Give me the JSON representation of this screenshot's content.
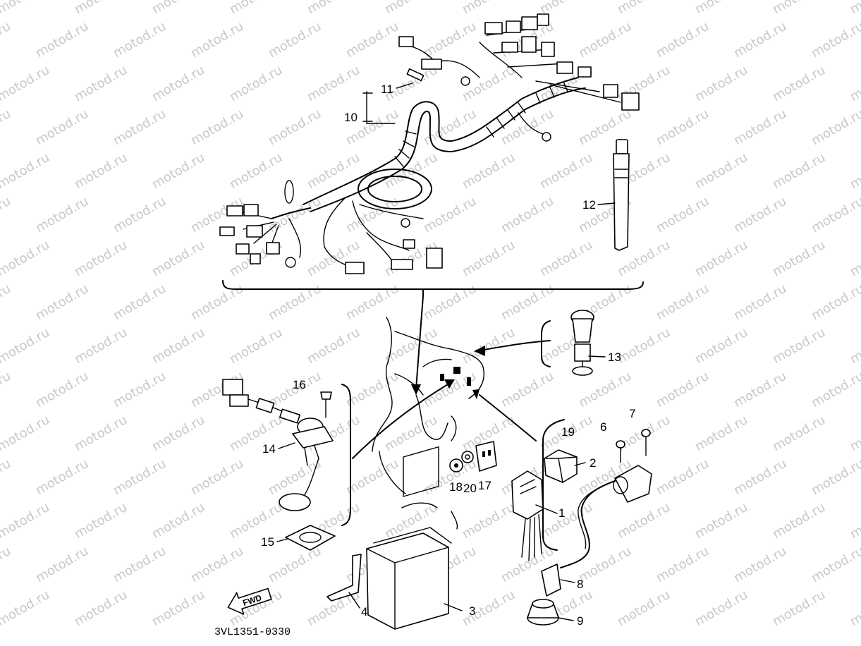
{
  "diagram": {
    "code": "3VL1351-0330",
    "fwd_label": "FWD",
    "watermark": "motod.ru",
    "callouts": [
      "1",
      "2",
      "3",
      "4",
      "6",
      "7",
      "8",
      "9",
      "10",
      "11",
      "12",
      "13",
      "14",
      "15",
      "16",
      "17",
      "18",
      "19",
      "20"
    ]
  }
}
